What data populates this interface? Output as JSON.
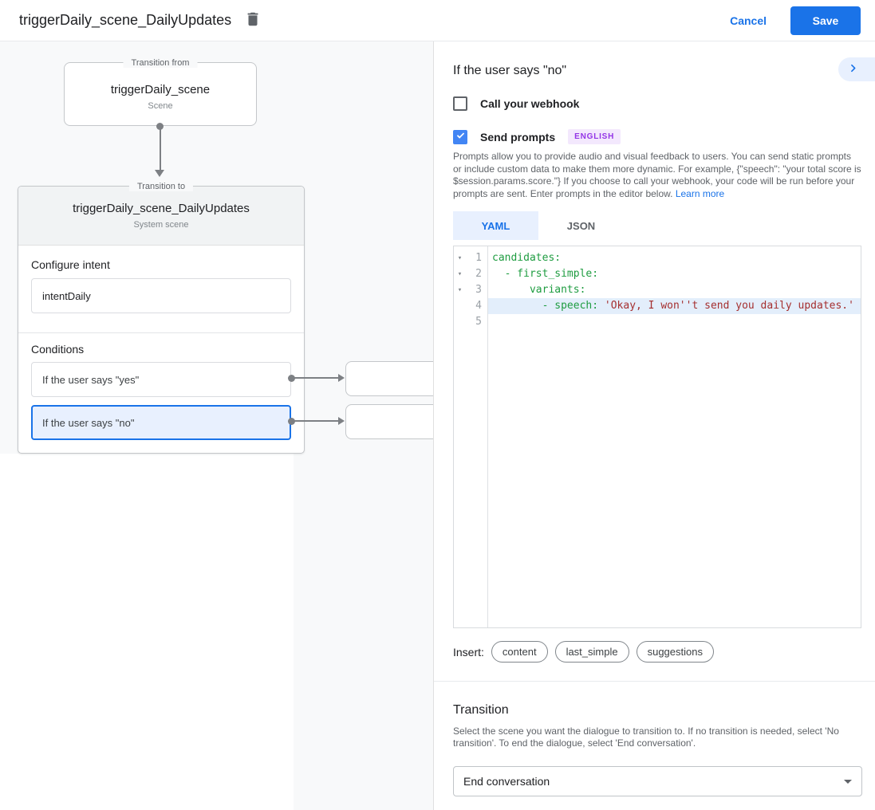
{
  "header": {
    "title": "triggerDaily_scene_DailyUpdates",
    "cancel_label": "Cancel",
    "save_label": "Save"
  },
  "canvas": {
    "from_card": {
      "legend": "Transition from",
      "title": "triggerDaily_scene",
      "subtitle": "Scene"
    },
    "to_card": {
      "legend": "Transition to",
      "title": "triggerDaily_scene_DailyUpdates",
      "subtitle": "System scene",
      "configure_intent_label": "Configure intent",
      "intent_value": "intentDaily",
      "conditions_label": "Conditions",
      "conditions": [
        {
          "label": "If the user says \"yes\"",
          "selected": false
        },
        {
          "label": "If the user says \"no\"",
          "selected": true
        }
      ]
    }
  },
  "panel": {
    "title": "If the user says \"no\"",
    "webhook": {
      "label": "Call your webhook",
      "checked": false
    },
    "prompts": {
      "label": "Send prompts",
      "checked": true,
      "badge": "ENGLISH"
    },
    "description": "Prompts allow you to provide audio and visual feedback to users. You can send static prompts or include custom data to make them more dynamic. For example, {\"speech\": \"your total score is $session.params.score.\"} If you choose to call your webhook, your code will be run before your prompts are sent. Enter prompts in the editor below. ",
    "learn_more": "Learn more",
    "tabs": [
      {
        "label": "YAML",
        "active": true
      },
      {
        "label": "JSON",
        "active": false
      }
    ],
    "editor": {
      "lines": [
        {
          "num": "1",
          "segments": [
            {
              "t": "candidates:",
              "c": "key"
            }
          ]
        },
        {
          "num": "2",
          "segments": [
            {
              "t": "  - first_simple:",
              "c": "key"
            }
          ]
        },
        {
          "num": "3",
          "segments": [
            {
              "t": "      variants:",
              "c": "key"
            }
          ]
        },
        {
          "num": "4",
          "segments": [
            {
              "t": "        - speech: ",
              "c": "key"
            },
            {
              "t": "'Okay, I won''t send you daily updates.'",
              "c": "string"
            }
          ]
        },
        {
          "num": "5",
          "segments": []
        }
      ]
    },
    "insert_label": "Insert:",
    "chips": [
      "content",
      "last_simple",
      "suggestions"
    ],
    "transition": {
      "title": "Transition",
      "description": "Select the scene you want the dialogue to transition to. If no transition is needed, select 'No transition'. To end the dialogue, select 'End conversation'.",
      "value": "End conversation"
    }
  },
  "colors": {
    "accent_blue": "#1a73e8",
    "selected_bg": "#e8f0fe",
    "badge_bg": "#f3e8fd",
    "badge_text": "#9334e6",
    "code_key_green": "#1e9c40",
    "code_string_red": "#a52f2f",
    "code_highlight": "#e3eefb"
  }
}
